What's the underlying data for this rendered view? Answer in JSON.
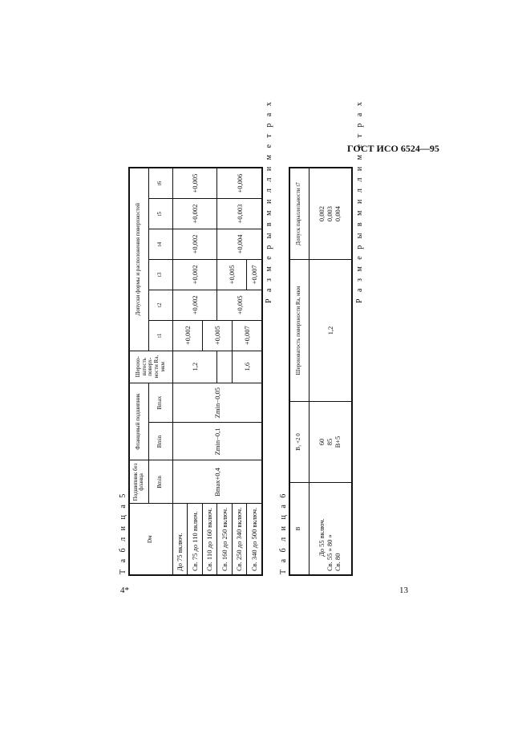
{
  "page": {
    "header": "ГОСТ ИСО 6524—95",
    "page_number": "13",
    "signature_mark": "4*"
  },
  "table5": {
    "caption": "Т а б л и ц а 5",
    "units": "Р а з м е р ы  в  м и л л и м е т р а х",
    "head": {
      "d_label": "Dм",
      "no_flange": "Подшипник без фланца",
      "flanged": "Фланцевый подшипник",
      "roughness": "Шерохо-ватость поверх-ности Ra, мкм",
      "tolerances": "Допуски формы и расположения поверхностей",
      "bmin_plain": "Bmin",
      "bmin_flanged": "Bmin",
      "bmax": "Bmax",
      "t1": "t1",
      "t2": "t2",
      "t3": "t3",
      "t4": "t4",
      "t5": "t5",
      "t6": "t6"
    },
    "rows": [
      {
        "d": "До 75 включ."
      },
      {
        "d": "Св. 75 до 110 включ."
      },
      {
        "d": "Св. 110 до 160 включ."
      },
      {
        "d": "Св. 160 до 250 включ."
      },
      {
        "d": "Св. 250 до 340 включ."
      },
      {
        "d": "Св. 340 до 500 включ."
      }
    ],
    "vals": {
      "b_plain": "Bmax+0,4",
      "b_fl_min": "Zmin−0,1",
      "b_fl_max": "Zmin−0,05",
      "ra1": "1,2",
      "ra2": "1,6",
      "t1_a": "+0,002",
      "t1_b": "+0,005",
      "t1_c": "+0,007",
      "t2_a": "+0,002",
      "t2_b": "+0,005",
      "t3_a": "+0,002",
      "t3_b": "+0,005",
      "t3_c": "+0,007",
      "t4_a": "+0,002",
      "t4_b": "+0,004",
      "t5_a": "+0,002",
      "t5_b": "+0,003",
      "t6_a": "+0,005",
      "t6_b": "+0,006"
    }
  },
  "table6": {
    "caption": "Т а б л и ц а 6",
    "units": "Р а з м е р ы  в  м и л л и м е т р а х",
    "head": {
      "b": "B",
      "b1": "B₁ +2 0",
      "ra": "Шероховатость поверхности Ra, мкм",
      "t7": "Допуск параллельности t7"
    },
    "b_values": [
      "До 55 включ.",
      "Св. 55  »  80  »",
      "Св. 80"
    ],
    "b1_values": [
      "60",
      "85",
      "B+5"
    ],
    "ra_value": "1,2",
    "t7_values": [
      "0,002",
      "0,003",
      "0,004"
    ]
  }
}
